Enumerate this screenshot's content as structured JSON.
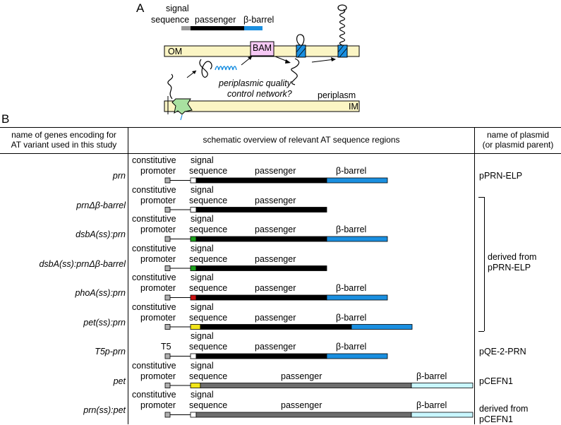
{
  "panel_a": {
    "letter": "A",
    "legend": {
      "signal": "signal",
      "sequence": "sequence",
      "passenger": "passenger",
      "barrel": "β-barrel"
    },
    "om_label": "OM",
    "im_label": "IM",
    "bam_label": "BAM",
    "quality_line1": "periplasmic quality",
    "quality_line2": "control network?",
    "periplasm_label": "periplasm",
    "colors": {
      "membrane": "#fbf5c4",
      "signal": "#999999",
      "passenger": "#000000",
      "barrel": "#1a8fe0",
      "bam": "#f6c9f5",
      "sec": "#a8e0a0"
    }
  },
  "panel_b": {
    "letter": "B",
    "header": {
      "col1_line1": "name of genes encoding for",
      "col1_line2": "AT variant used in this study",
      "col2": "schematic overview of relevant AT sequence regions",
      "col3_line1": "name of plasmid",
      "col3_line2": "(or plasmid parent)"
    },
    "rows": [
      {
        "gene": "prn",
        "promoter_word1": "constitutive",
        "promoter_word2": "promoter",
        "sig1": "signal",
        "sig2": "sequence",
        "passenger": "passenger",
        "barrel": "β-barrel",
        "plasmid1": "pPRN-ELP",
        "plasmid2": "",
        "ss_color": "#ffffff",
        "has_barrel": true,
        "long": false
      },
      {
        "gene": "prnΔβ-barrel",
        "promoter_word1": "constitutive",
        "promoter_word2": "promoter",
        "sig1": "signal",
        "sig2": "sequence",
        "passenger": "passenger",
        "barrel": "",
        "plasmid1": "",
        "plasmid2": "",
        "ss_color": "#ffffff",
        "has_barrel": false,
        "long": false
      },
      {
        "gene": "dsbA(ss):prn",
        "promoter_word1": "constitutive",
        "promoter_word2": "promoter",
        "sig1": "signal",
        "sig2": "sequence",
        "passenger": "passenger",
        "barrel": "β-barrel",
        "plasmid1": "",
        "plasmid2": "",
        "ss_color": "#1ca01c",
        "has_barrel": true,
        "long": false
      },
      {
        "gene": "dsbA(ss):prnΔβ-barrel",
        "promoter_word1": "constitutive",
        "promoter_word2": "promoter",
        "sig1": "signal",
        "sig2": "sequence",
        "passenger": "passenger",
        "barrel": "",
        "plasmid1": "",
        "plasmid2": "",
        "ss_color": "#1ca01c",
        "has_barrel": false,
        "long": false
      },
      {
        "gene": "phoA(ss):prn",
        "promoter_word1": "constitutive",
        "promoter_word2": "promoter",
        "sig1": "signal",
        "sig2": "sequence",
        "passenger": "passenger",
        "barrel": "β-barrel",
        "plasmid1": "",
        "plasmid2": "",
        "ss_color": "#cc1111",
        "has_barrel": true,
        "long": false
      },
      {
        "gene": "pet(ss):prn",
        "promoter_word1": "constitutive",
        "promoter_word2": "promoter",
        "sig1": "signal",
        "sig2": "sequence",
        "passenger": "passenger",
        "barrel": "β-barrel",
        "plasmid1": "",
        "plasmid2": "",
        "ss_color": "#f2e51a",
        "has_barrel": true,
        "long": false
      },
      {
        "gene": "T5p-prn",
        "promoter_word1": "",
        "promoter_word2": "T5",
        "sig1": "signal",
        "sig2": "sequence",
        "passenger": "passenger",
        "barrel": "β-barrel",
        "plasmid1": "pQE-2-PRN",
        "plasmid2": "",
        "ss_color": "#ffffff",
        "has_barrel": true,
        "long": false
      },
      {
        "gene": "pet",
        "promoter_word1": "constitutive",
        "promoter_word2": "promoter",
        "sig1": "signal",
        "sig2": "sequence",
        "passenger": "passenger",
        "barrel": "β-barrel",
        "plasmid1": "pCEFN1",
        "plasmid2": "",
        "ss_color": "#f2e51a",
        "has_barrel": true,
        "long": true
      },
      {
        "gene": "prn(ss):pet",
        "promoter_word1": "constitutive",
        "promoter_word2": "promoter",
        "sig1": "signal",
        "sig2": "sequence",
        "passenger": "passenger",
        "barrel": "β-barrel",
        "plasmid1": "derived from",
        "plasmid2": "pCEFN1",
        "ss_color": "#ffffff",
        "has_barrel": true,
        "long": true
      }
    ],
    "bracket_label1": "derived from",
    "bracket_label2": "pPRN-ELP",
    "colors": {
      "promoter": "#b0b0b0",
      "passenger": "#000000",
      "barrel": "#1a8fe0",
      "long_passenger": "#6d6d6d",
      "long_barrel": "#c8f6ff"
    }
  }
}
